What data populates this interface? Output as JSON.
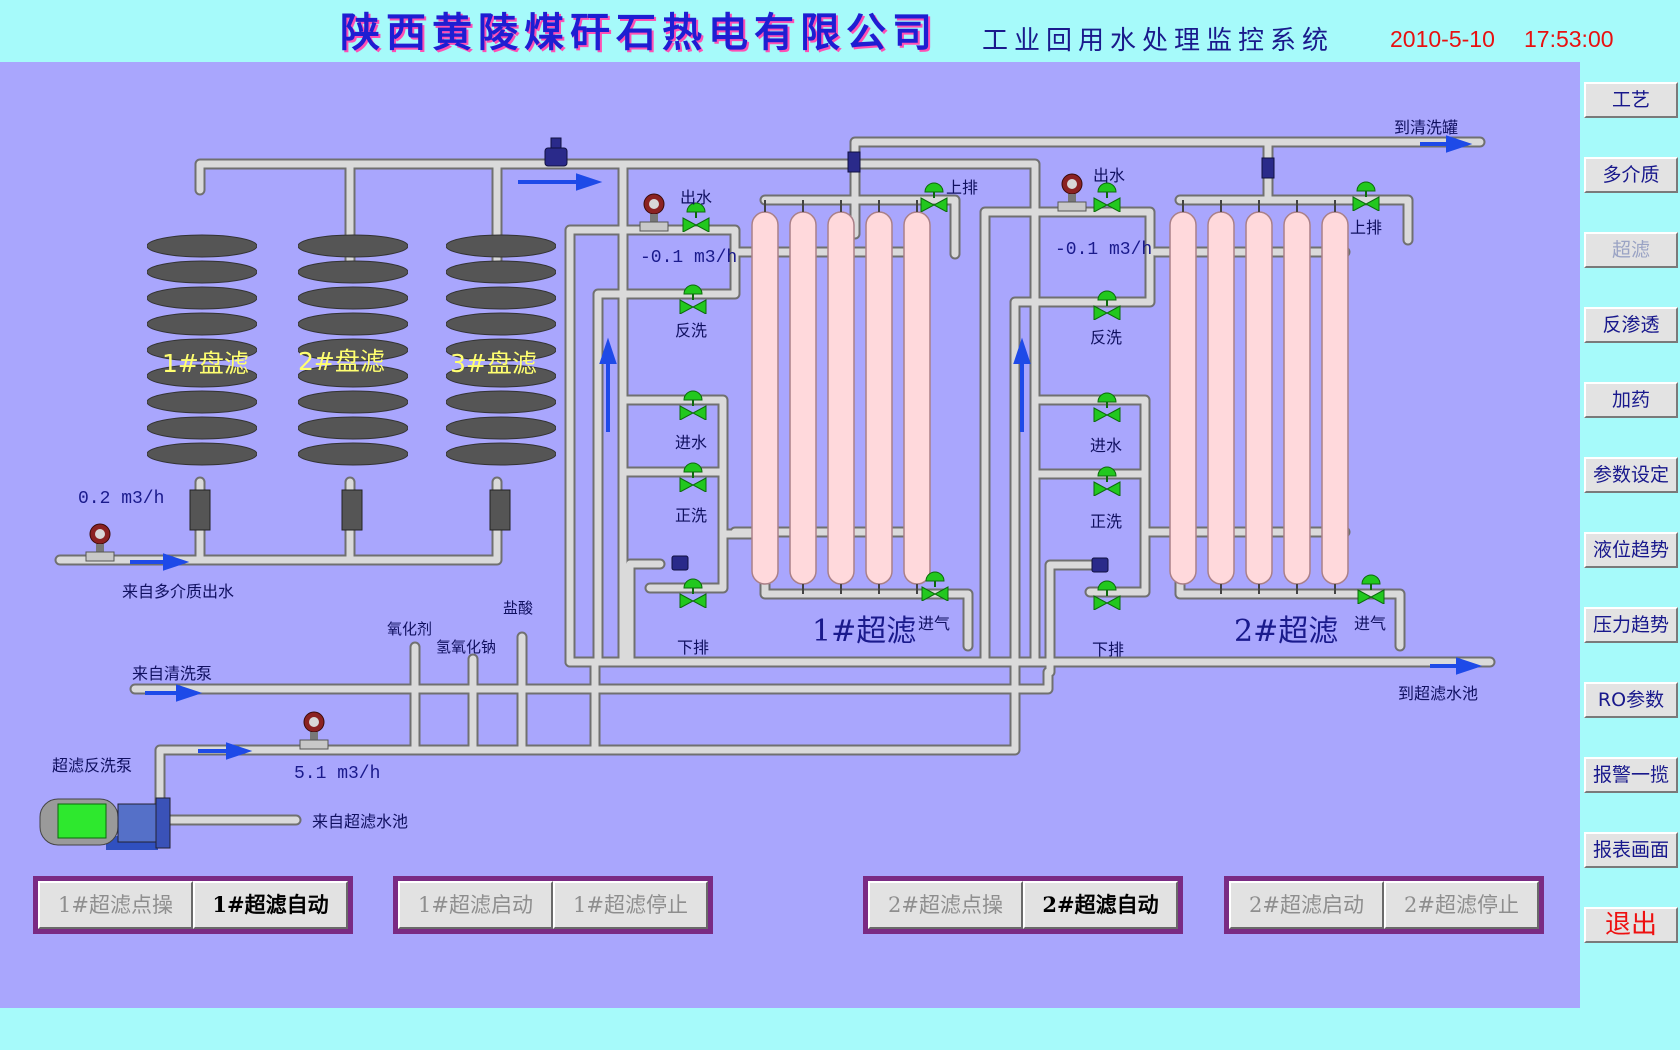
{
  "header": {
    "company": "陕西黄陵煤矸石热电有限公司",
    "system": "工业回用水处理监控系统",
    "date": "2010-5-10",
    "time": "17:53:00"
  },
  "nav": [
    {
      "label": "工艺",
      "state": "normal"
    },
    {
      "label": "多介质",
      "state": "normal"
    },
    {
      "label": "超滤",
      "state": "current"
    },
    {
      "label": "反渗透",
      "state": "normal"
    },
    {
      "label": "加药",
      "state": "normal"
    },
    {
      "label": "参数设定",
      "state": "normal"
    },
    {
      "label": "液位趋势",
      "state": "normal"
    },
    {
      "label": "压力趋势",
      "state": "normal"
    },
    {
      "label": "RO参数",
      "state": "normal"
    },
    {
      "label": "报警一揽",
      "state": "normal"
    },
    {
      "label": "报表画面",
      "state": "normal"
    },
    {
      "label": "退出",
      "state": "exit"
    }
  ],
  "tanks": {
    "t1": "1#盘滤",
    "t2": "2#盘滤",
    "t3": "3#盘滤"
  },
  "flows": {
    "inlet": "0.2 m3/h",
    "uf1": "-0.1 m3/h",
    "uf2": "-0.1 m3/h",
    "backwash": "5.1 m3/h"
  },
  "labels": {
    "from_multimedia": "来自多介质出水",
    "to_cleaning_tank": "到清洗罐",
    "from_clean_pump": "来自清洗泵",
    "to_uf_pool": "到超滤水池",
    "backwash_pump": "超滤反洗泵",
    "from_uf_pool": "来自超滤水池",
    "oxidant": "氧化剂",
    "naoh": "氢氧化钠",
    "hcl": "盐酸"
  },
  "uf1": {
    "name": "1#超滤",
    "v_out": "出水",
    "v_top": "上排",
    "v_backwash": "反洗",
    "v_in": "进水",
    "v_forward": "正洗",
    "v_drain": "下排",
    "v_air": "进气"
  },
  "uf2": {
    "name": "2#超滤",
    "v_out": "出水",
    "v_top": "上排",
    "v_backwash": "反洗",
    "v_in": "进水",
    "v_forward": "正洗",
    "v_drain": "下排",
    "v_air": "进气"
  },
  "controls": {
    "uf1_manual": "1#超滤点操",
    "uf1_auto": "1#超滤自动",
    "uf1_start": "1#超滤启动",
    "uf1_stop": "1#超滤停止",
    "uf2_manual": "2#超滤点操",
    "uf2_auto": "2#超滤自动",
    "uf2_start": "2#超滤启动",
    "uf2_stop": "2#超滤停止"
  },
  "colors": {
    "process_bg": "#a9a6fd",
    "header_bg": "#a6fafa",
    "pipe": "#dadada",
    "membrane": "#ffd9dc",
    "valve_open": "#22c81e",
    "alarm_text": "#e81010"
  }
}
